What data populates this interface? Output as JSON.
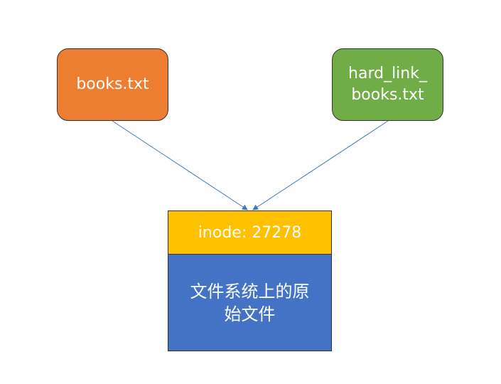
{
  "nodes": {
    "file_a": {
      "label": "books.txt"
    },
    "file_b": {
      "label": "hard_link_\nbooks.txt"
    },
    "inode": {
      "header": "inode: 27278",
      "body": "文件系统上的原\n始文件"
    }
  },
  "colors": {
    "file_a_fill": "#ED7D31",
    "file_b_fill": "#70AD47",
    "inode_header_fill": "#FFC000",
    "inode_body_fill": "#4472C4",
    "arrow": "#4472C4",
    "text": "#FFFFFF"
  },
  "edges": [
    {
      "from": "file_a",
      "to": "inode"
    },
    {
      "from": "file_b",
      "to": "inode"
    }
  ]
}
